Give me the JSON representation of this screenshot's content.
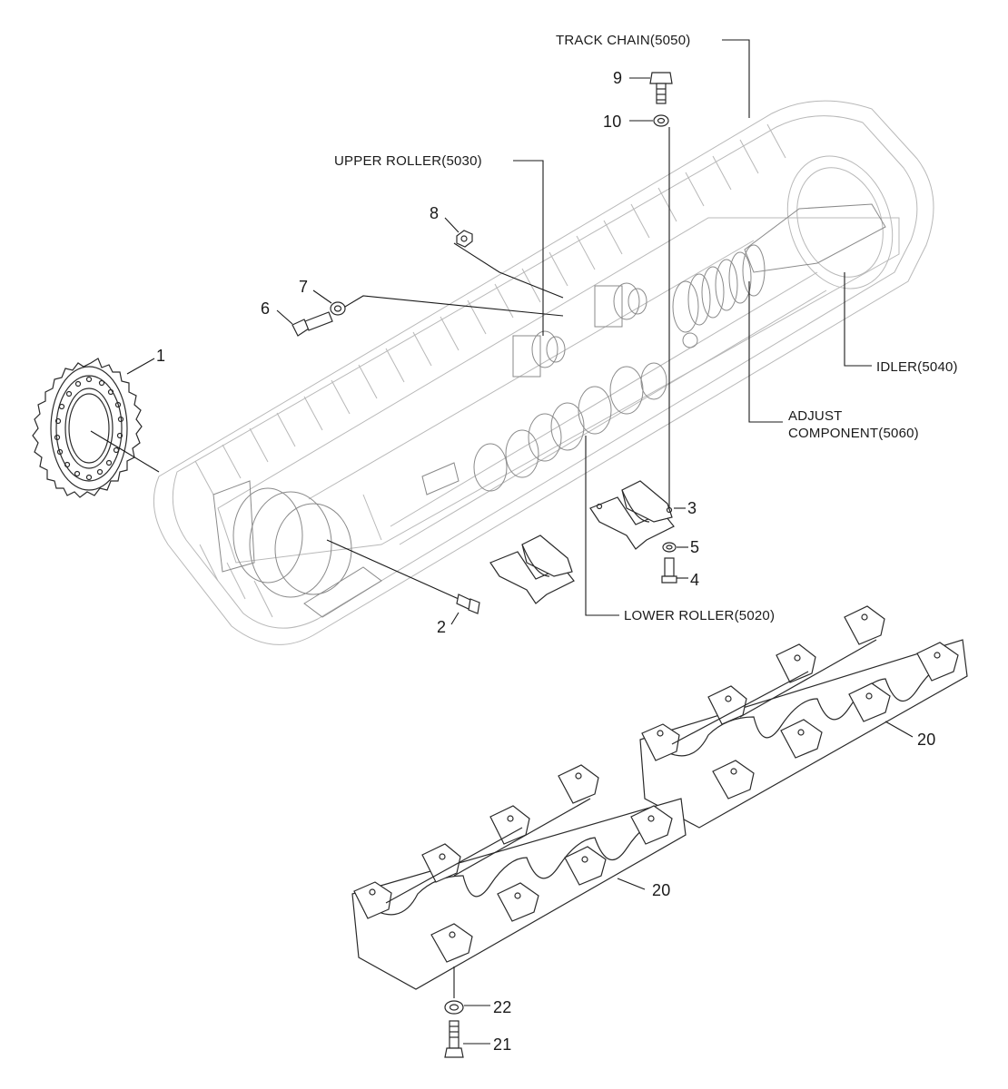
{
  "labels": {
    "track_chain": "TRACK CHAIN(5050)",
    "upper_roller": "UPPER ROLLER(5030)",
    "idler": "IDLER(5040)",
    "adjust_line1": "ADJUST",
    "adjust_line2": "COMPONENT(5060)",
    "lower_roller": "LOWER ROLLER(5020)"
  },
  "callouts": {
    "p1": "1",
    "p2": "2",
    "p3": "3",
    "p4": "4",
    "p5": "5",
    "p6": "6",
    "p7": "7",
    "p8": "8",
    "p9": "9",
    "p10": "10",
    "p20a": "20",
    "p20b": "20",
    "p21": "21",
    "p22": "22"
  }
}
